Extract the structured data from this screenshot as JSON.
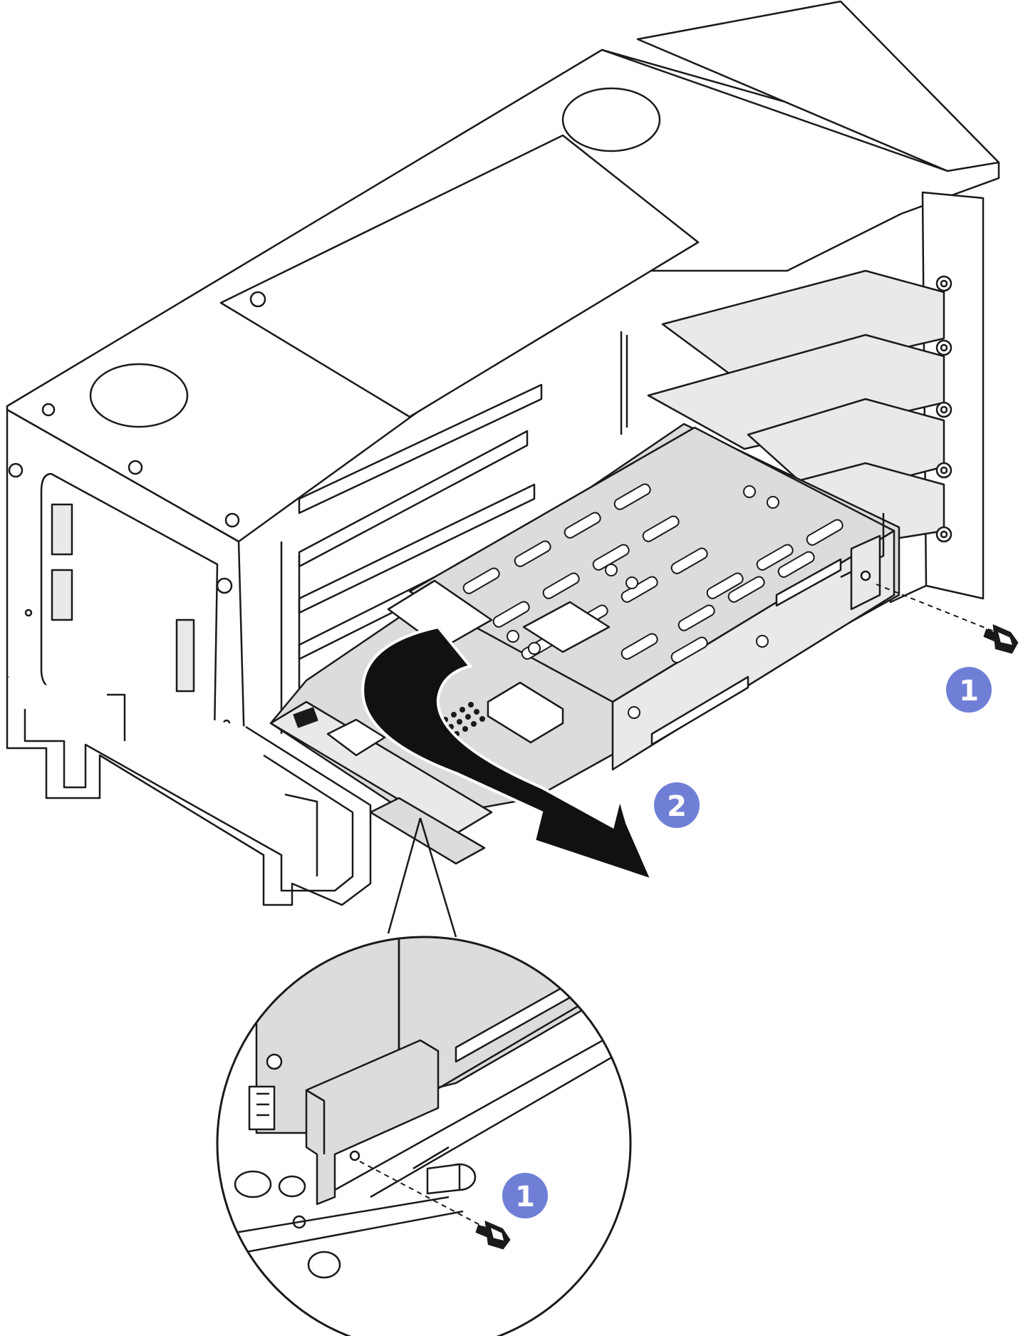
{
  "colors": {
    "line": "#1a1a1a",
    "panel": "#dcdcdc",
    "panel_light": "#e9e9e9",
    "callout": "#6f7fd6",
    "arrow": "#111111",
    "background": "#ffffff"
  },
  "callouts": [
    {
      "id": "step-1-main",
      "label": "1"
    },
    {
      "id": "step-2",
      "label": "2"
    },
    {
      "id": "step-1-detail",
      "label": "1"
    }
  ],
  "icons": {
    "screw": "screw-icon",
    "arrow": "pull-arrow-icon"
  }
}
